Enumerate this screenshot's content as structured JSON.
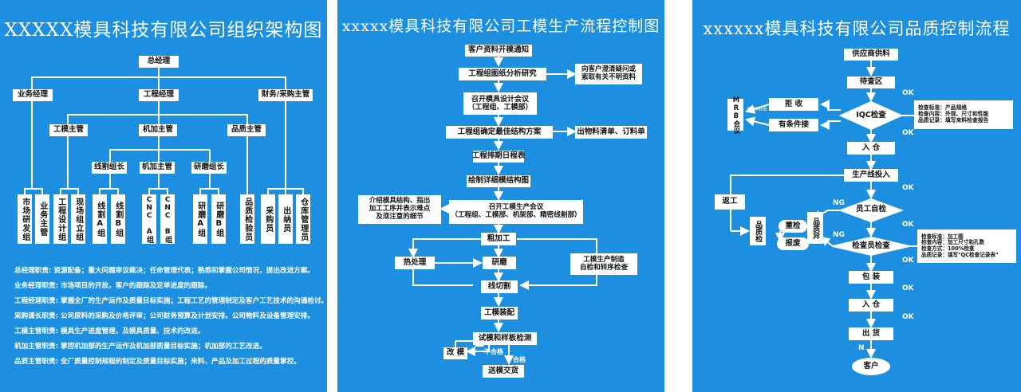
{
  "org": {
    "title": "XXXXX模具科技有限公司组织架构图",
    "gm": "总经理",
    "sales_mgr": "业务经理",
    "eng_mgr": "工程经理",
    "fin_mgr": "财务/采购主管",
    "mold_sup": "工模主管",
    "mach_sup": "机加主管",
    "qa_sup": "品质主管",
    "wire_lead": "线割组长",
    "mach_lead": "机加主管",
    "grind_lead": "研磨组长",
    "leaves": [
      "市场研发组",
      "业务主管",
      "工程设计组",
      "现场组立组",
      "线割A组",
      "线割B组",
      "CNC A组",
      "CNC B组",
      "研磨A组",
      "研磨B组",
      "品质检验员",
      "采购员",
      "出纳员",
      "仓库管理员"
    ],
    "duties": [
      "总经理职责: 资源配备；重大问题审议裁决；任命管理代表；熟悉和掌握公司情况，提出改进方案。",
      "业务经理职责: 市场项目的开放，客户的跟踪及定单进度的跟踪。",
      "工程经理职责: 掌握全厂的生产运作及质量目标实施；工程工艺的管理制定及客户工艺技术的沟通检讨。",
      "采购课长职责: 公司原料的采购及价格评审；公司财务预算及计划安排。公司物料及设备管理安排。",
      "工模主管职责: 模具生产进度管理，及模具质量、技术的改进。",
      "机加主管职责: 掌控机加部的生产运作及机加部质量目标实施；机加部的工艺改进。",
      "品质主管职责: 全厂质量控制规程的制定及质量目标实施；来料、产品及加工过程的质量掌控。"
    ]
  },
  "flow": {
    "title": "xxxxx模具科技有限公司工模生产流程控制图",
    "s1": "客户资料开模通知",
    "s2": "工程组图纸分析研究",
    "s2_side": "向客户澄清疑问或\n索取有关不明资料",
    "s3": "召开模具设计会议\n（工程组、工模部）",
    "s4": "工程组确定最佳结构方案",
    "s4_side": "出物料清单、订料单",
    "s5": "工程排期日程表",
    "s6": "绘制详细模结构图",
    "s7": "召开工模生产会议\n（工程组、工模部、机架部、精密线割部）",
    "s7_side": "介绍模具结构、指出\n加工工序并表示难点\n及须注意的细节",
    "s8": "粗加工",
    "heat": "热处理",
    "grind": "研磨",
    "self_check": "工模生产制造\n自检和转序检查",
    "wire": "线切割",
    "assemble": "工模装配",
    "trial": "试模和样板检测",
    "modify": "改  模",
    "fail": "不合格",
    "pass": "合格",
    "deliver": "送模交货"
  },
  "qc": {
    "title": "xxxxxx模具科技有限公司品质控制流程",
    "supplier": "供应商供料",
    "pending": "待查区",
    "iqc": "IQC检查",
    "reject": "拒  收",
    "conditional": "有条件接",
    "mrb": "MRB会议",
    "mrb_note": "召开MRB",
    "iqc_notes": [
      "检查标准：产品规格",
      "检查内容：外观、尺寸和性能",
      "品质记录：填写来料检查报告"
    ],
    "stock_in": "入  仓",
    "line_in": "生产线投入",
    "rework": "返工",
    "self_check": "员工自检",
    "ng": "NG",
    "recheck": "重检",
    "scrap": "报废",
    "qa_check": "品质检",
    "defect": "品质异",
    "inspect": "检查员检查",
    "inspect_notes": [
      "检查标准：加工图",
      "检查内容：加工尺寸和孔数",
      "检查方式：100%检查",
      "品质记录：填写\"QC检查记录表\""
    ],
    "pack": "包  装",
    "stock_in2": "入  仓",
    "ship": "出  货",
    "n": "N",
    "customer": "客户",
    "ok": "OK"
  }
}
